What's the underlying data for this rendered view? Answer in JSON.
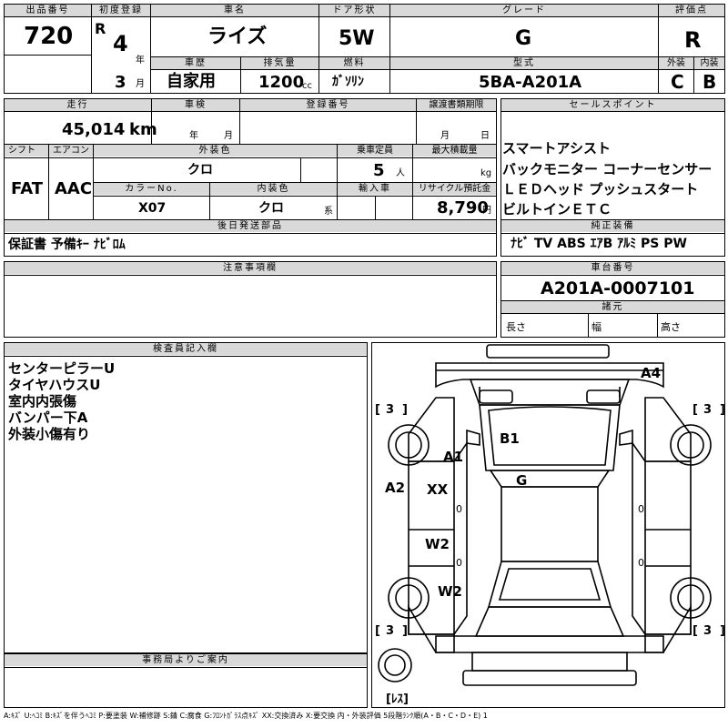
{
  "top": {
    "lot_label": "出品番号",
    "lot_no": "720",
    "first_reg_label": "初度登録",
    "era": "R",
    "year": "4",
    "year_unit": "年",
    "month": "3",
    "month_unit": "月",
    "name_label": "車名",
    "name": "ライズ",
    "door_label": "ドア形状",
    "door": "5W",
    "grade_label": "グレード",
    "grade": "G",
    "score_label": "評価点",
    "score": "R",
    "history_label": "車歴",
    "history": "自家用",
    "disp_label": "排気量",
    "disp": "1200",
    "disp_unit": "cc",
    "fuel_label": "燃料",
    "fuel": "ｶﾞｿﾘﾝ",
    "model_label": "型式",
    "model": "5BA-A201A",
    "ext_label": "外装",
    "ext": "C",
    "int_label": "内装",
    "int": "B"
  },
  "mid": {
    "mileage_label": "走行",
    "mileage": "45,014",
    "mileage_unit": "km",
    "inspection_label": "車検",
    "ins_year_unit": "年",
    "ins_month_unit": "月",
    "reg_label": "登録番号",
    "transfer_label": "譲渡書類期限",
    "tr_month_unit": "月",
    "tr_day_unit": "日",
    "shift_label": "シフト",
    "shift": "FAT",
    "ac_label": "エアコン",
    "ac": "AAC",
    "ext_color_label": "外装色",
    "ext_color": "クロ",
    "capacity_label": "乗車定員",
    "capacity": "5",
    "capacity_unit": "人",
    "load_label": "最大積載量",
    "load_unit": "kg",
    "color_no_label": "カラーNo.",
    "color_no": "X07",
    "int_color_label": "内装色",
    "int_color": "クロ",
    "int_color_unit": "系",
    "import_label": "輸入車",
    "recycle_label": "リサイクル預託金",
    "recycle": "8,790",
    "recycle_unit": "円",
    "later_label": "後日発送部品",
    "later": "保証書 予備ｷｰ ﾅﾋﾞﾛﾑ"
  },
  "sales": {
    "label": "セールスポイント",
    "lines": [
      "スマートアシスト",
      "バックモニター コーナーセンサー",
      "ＬＥＤヘッド プッシュスタート",
      "ビルトインＥＴＣ"
    ]
  },
  "equip": {
    "label": "純正装備",
    "items": "ﾅﾋﾞ TV ABS ｴｱB ｱﾙﾐ PS PW"
  },
  "notes": {
    "label": "注意事項欄"
  },
  "chassis": {
    "label": "車台番号",
    "value": "A201A-0007101",
    "spec_label": "諸元",
    "length_label": "長さ",
    "width_label": "幅",
    "height_label": "高さ"
  },
  "inspector": {
    "label": "検査員記入欄",
    "lines": [
      "センターピラーU",
      "タイヤハウスU",
      "室内内張傷",
      "バンパー下A",
      "外装小傷有り"
    ]
  },
  "office": {
    "label": "事務局よりご案内"
  },
  "diagram": {
    "marks": [
      "A4",
      "B1",
      "A1",
      "G",
      "A2",
      "XX",
      "W2",
      "W2"
    ],
    "tread": "[ 3 ]",
    "tread_values": [
      "3",
      "3",
      "3",
      "3"
    ],
    "zeros": [
      "0",
      "0",
      "0",
      "0"
    ],
    "spare": "[ﾚｽ]"
  },
  "legend": "A:ｷｽﾞ U:ﾍｺﾐ B:ｷｽﾞを伴うﾍｺﾐ P:要塗装 W:補修跡 S:錆 C:腐食 G:ﾌﾛﾝﾄｶﾞﾗｽ点ｷｽﾞ XX:交換済み X:要交換 内・外装評価 5段階ﾗﾝｸ順(A・B・C・D・E) 1"
}
